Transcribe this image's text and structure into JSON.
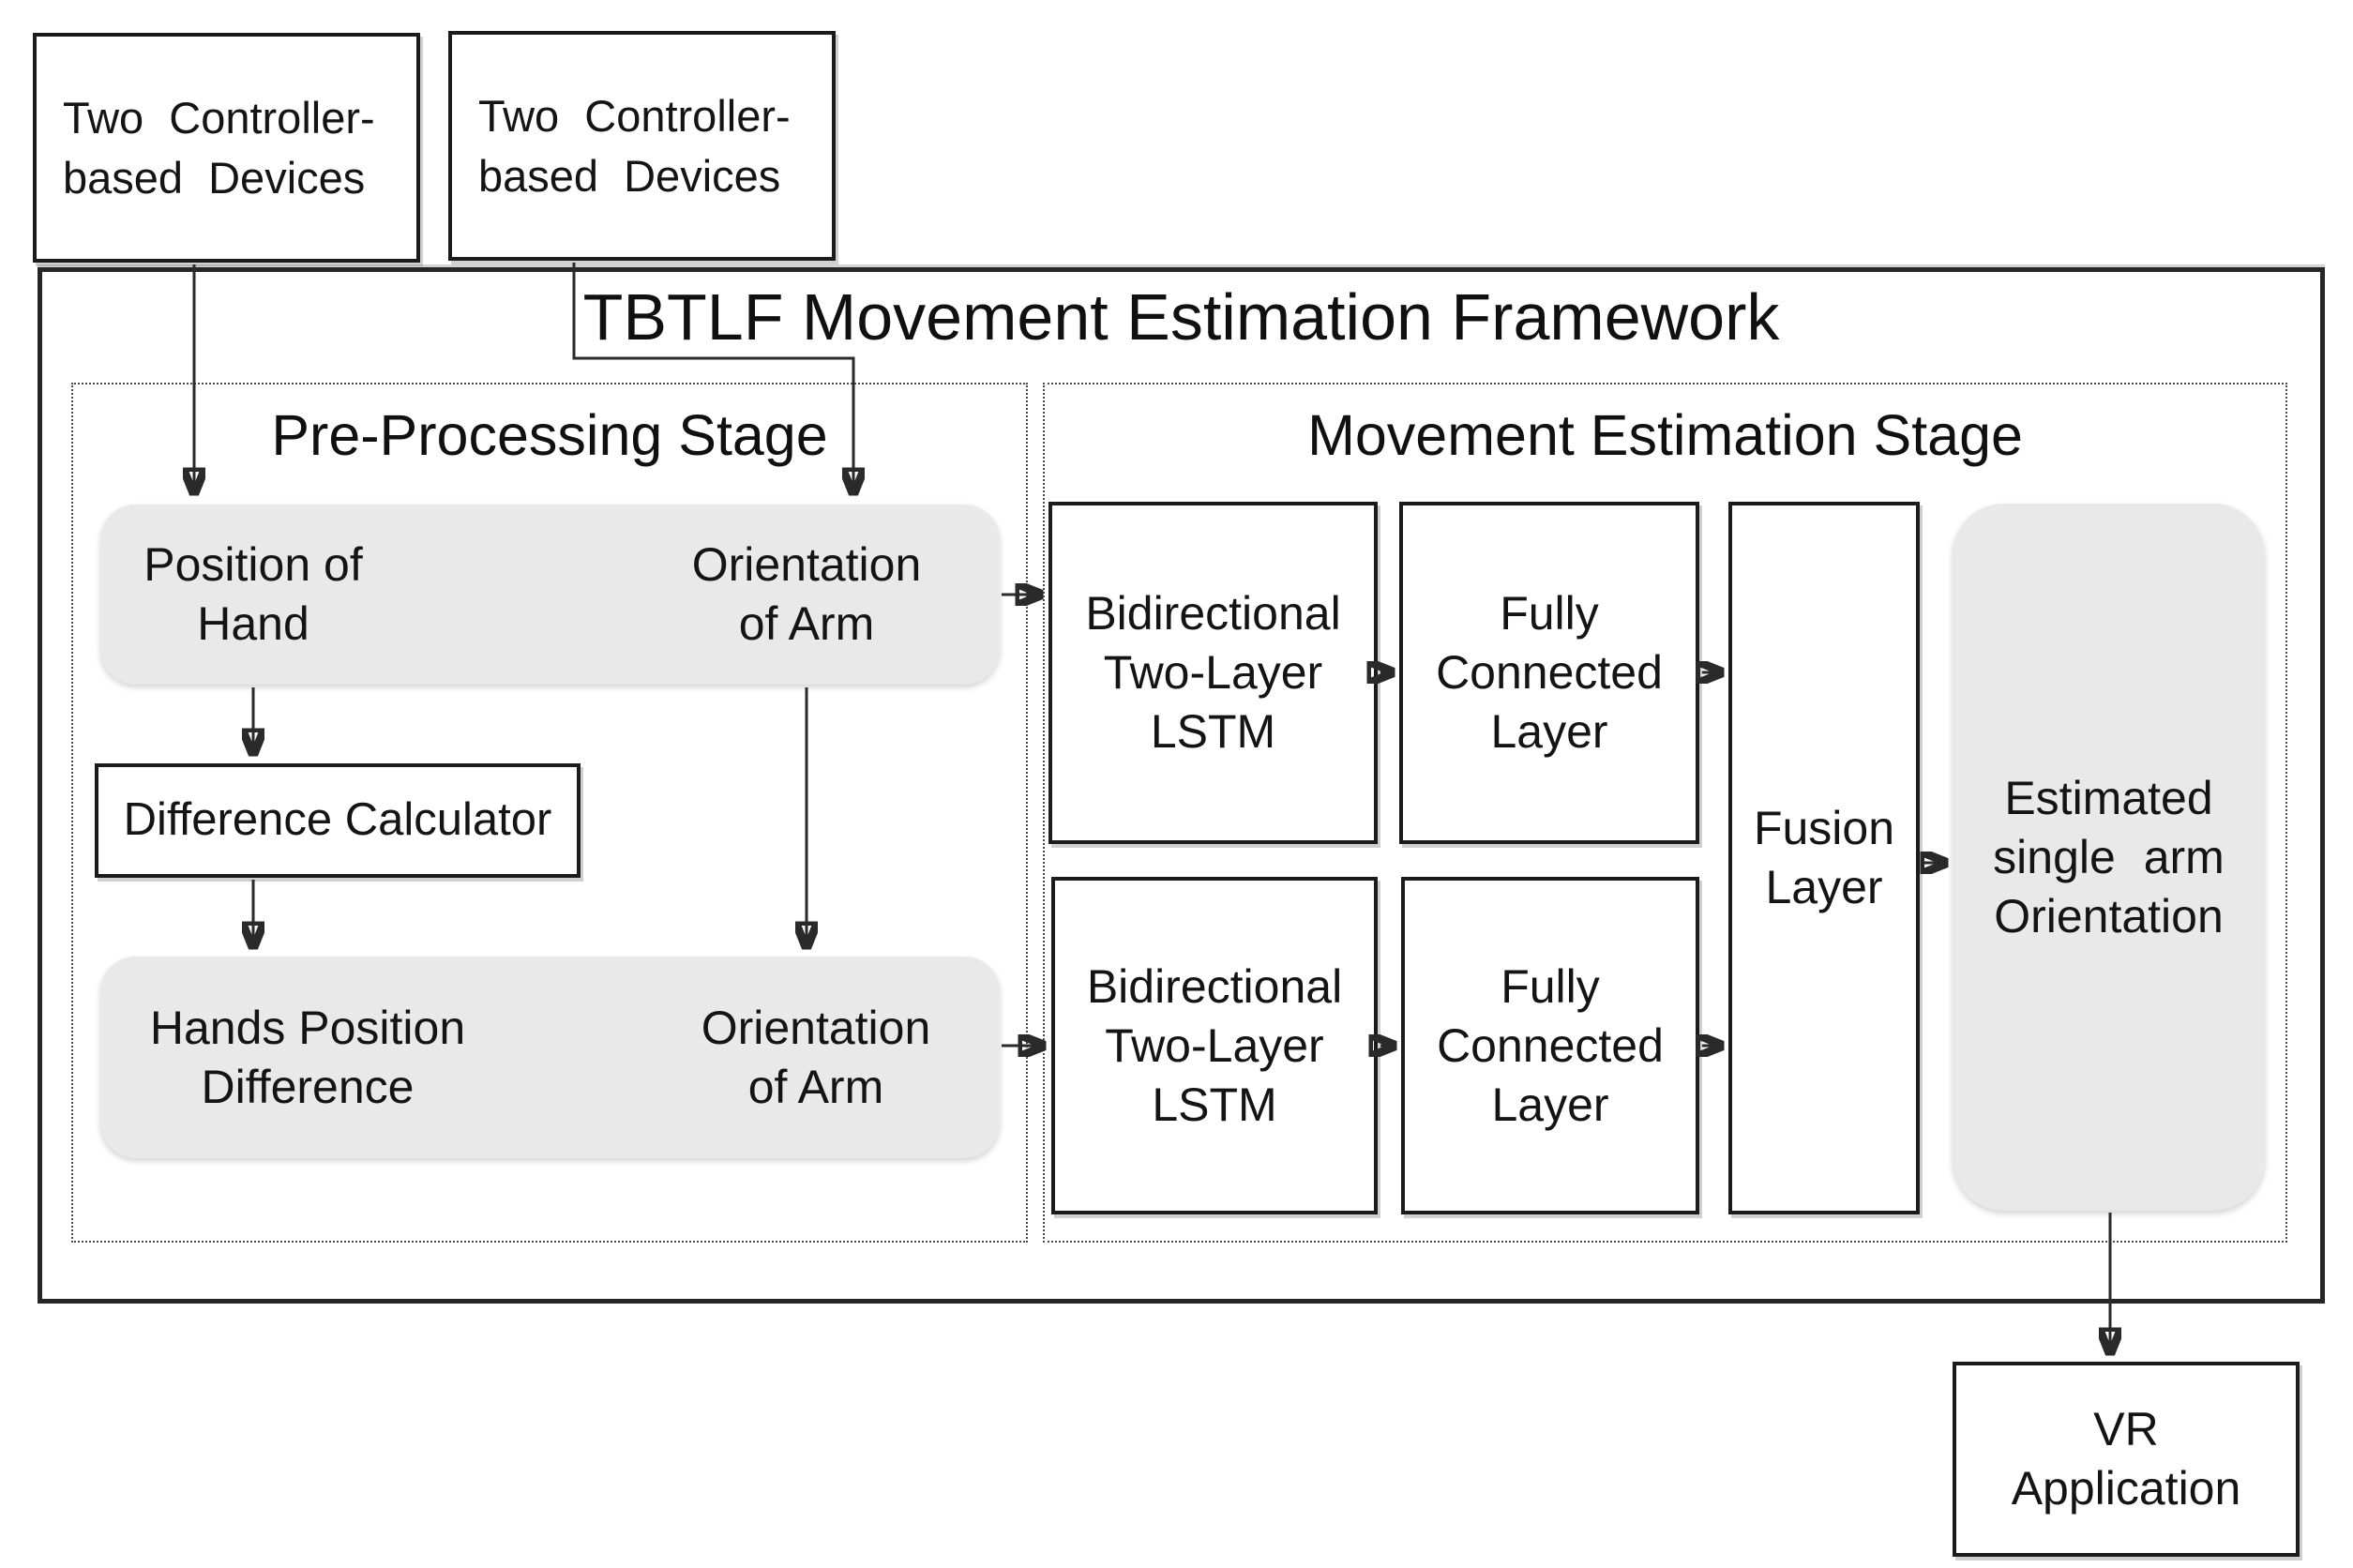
{
  "figure": {
    "type": "block-diagram",
    "background": "#ffffff"
  },
  "colors": {
    "box_border": "#1b1b1b",
    "gray_fill": "#e9e9e9",
    "dotted_border": "#4d4d4d",
    "text": "#141414",
    "arrow": "#2a2a2a"
  },
  "inputs": {
    "device1": "Two Controller-\nbased Devices",
    "device2": "Two Controller-\nbased Devices"
  },
  "framework": {
    "title": "TBTLF Movement Estimation Framework",
    "preprocessing": {
      "title": "Pre-Processing Stage",
      "position_of_hand": "Position of\nHand",
      "orientation_of_arm_top": "Orientation\nof Arm",
      "difference_calculator": "Difference Calculator",
      "hands_position_difference": "Hands Position\nDifference",
      "orientation_of_arm_bottom": "Orientation\nof Arm"
    },
    "estimation": {
      "title": "Movement Estimation Stage",
      "lstm_top": "Bidirectional\nTwo-Layer\nLSTM",
      "fc_top": "Fully\nConnected\nLayer",
      "lstm_bottom": "Bidirectional\nTwo-Layer\nLSTM",
      "fc_bottom": "Fully\nConnected\nLayer",
      "fusion": "Fusion\nLayer",
      "output": "Estimated\nsingle arm\nOrientation"
    }
  },
  "output": {
    "vr_application": "VR\nApplication"
  },
  "edges": [
    {
      "from": "input-device-1",
      "to": "position-of-hand"
    },
    {
      "from": "input-device-2",
      "to": "orientation-of-arm-top"
    },
    {
      "from": "position-of-hand",
      "to": "difference-calculator"
    },
    {
      "from": "difference-calculator",
      "to": "hands-position-difference"
    },
    {
      "from": "orientation-of-arm-top",
      "to": "orientation-of-arm-bottom"
    },
    {
      "from": "preprocessing-inputs-box",
      "to": "lstm-top"
    },
    {
      "from": "lstm-top",
      "to": "fully-connected-top"
    },
    {
      "from": "fully-connected-top",
      "to": "fusion-layer"
    },
    {
      "from": "preprocessing-difference-box",
      "to": "lstm-bottom"
    },
    {
      "from": "lstm-bottom",
      "to": "fully-connected-bottom"
    },
    {
      "from": "fully-connected-bottom",
      "to": "fusion-layer"
    },
    {
      "from": "fusion-layer",
      "to": "estimated-single-arm-orientation"
    },
    {
      "from": "estimated-single-arm-orientation",
      "to": "vr-application"
    }
  ]
}
